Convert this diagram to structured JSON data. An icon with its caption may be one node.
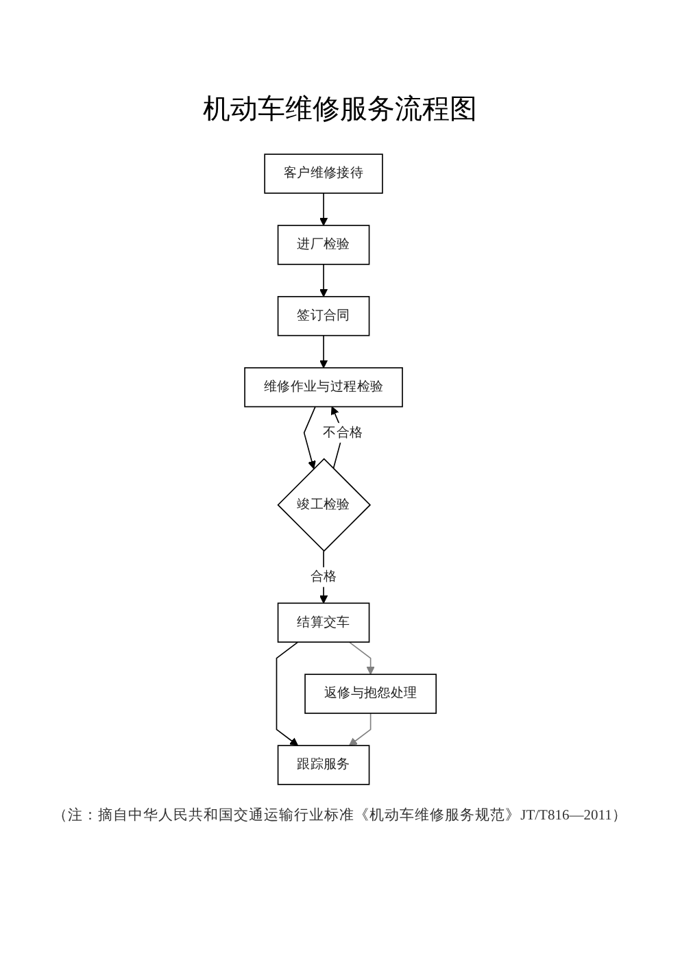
{
  "diagram": {
    "title": "机动车维修服务流程图",
    "caption": "（注：摘自中华人民共和国交通运输行业标准《机动车维修服务规范》JT/T816—2011）",
    "nodes": [
      {
        "text": [
          "客户维修接待"
        ]
      },
      {
        "text": [
          "进厂检验"
        ]
      },
      {
        "text": [
          "签订合同"
        ]
      },
      {
        "text": [
          "维修作业与过程检验"
        ]
      },
      {
        "text": [
          "竣工检验"
        ]
      },
      {
        "text": [
          "结算交车"
        ]
      },
      {
        "text": [
          "返修与抱怨处理"
        ]
      },
      {
        "text": [
          "跟踪服务"
        ]
      }
    ],
    "edges": [
      {
        "from": 0,
        "to": 1,
        "arrow": "to"
      },
      {
        "from": 1,
        "to": 2,
        "arrow": "to"
      },
      {
        "from": 2,
        "to": 3,
        "arrow": "to"
      },
      {
        "from": 3,
        "to": 4,
        "arrow": "to"
      },
      {
        "from": 4,
        "to": 3,
        "arrow": "to",
        "label": "不合格"
      },
      {
        "from": 4,
        "to": 5,
        "arrow": "to",
        "label": "合格"
      },
      {
        "from": 5,
        "to": 6,
        "arrow": "to",
        "color": "#808080"
      },
      {
        "from": 5,
        "to": 7,
        "arrow": "to"
      },
      {
        "from": 6,
        "to": 7,
        "arrow": "to",
        "color": "#808080"
      }
    ]
  }
}
